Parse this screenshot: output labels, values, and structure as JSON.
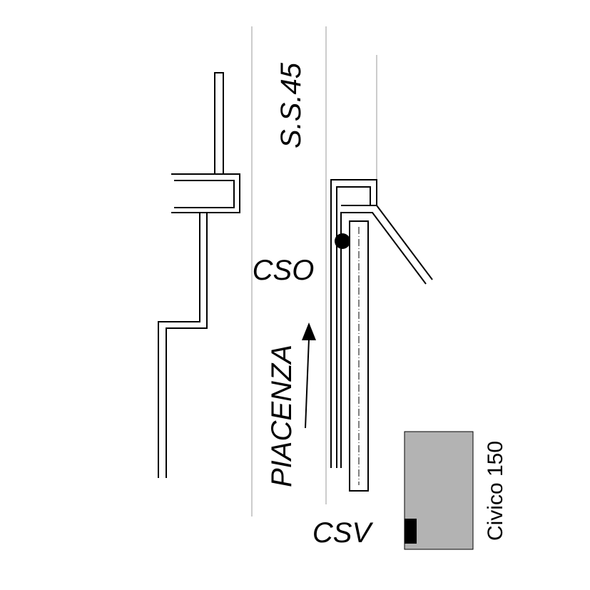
{
  "map": {
    "road_name": "S.S.45",
    "direction_label": "PIACENZA",
    "point_labels": {
      "upper": "CSO",
      "lower": "CSV"
    },
    "building": {
      "label": "Civico 150",
      "fill_color": "#b3b3b3"
    },
    "line_color": "#000000",
    "edge_color": "#999999"
  }
}
